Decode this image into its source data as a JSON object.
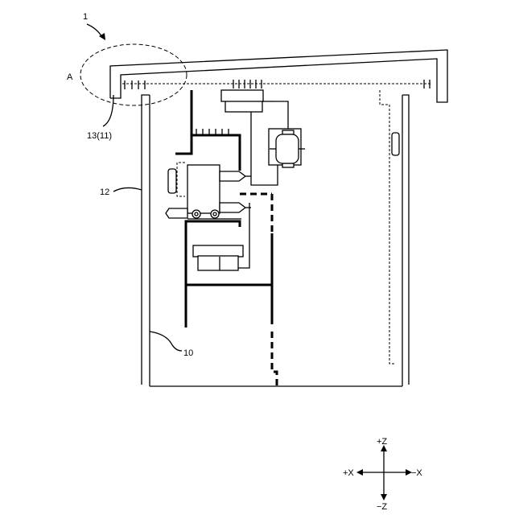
{
  "labels": {
    "ref_1": "1",
    "ref_A": "A",
    "ref_13": "13(11)",
    "ref_12": "12",
    "ref_10": "10"
  },
  "axes": {
    "plus_z": "+Z",
    "minus_z": "−Z",
    "plus_x": "+X",
    "minus_x": "−X"
  }
}
